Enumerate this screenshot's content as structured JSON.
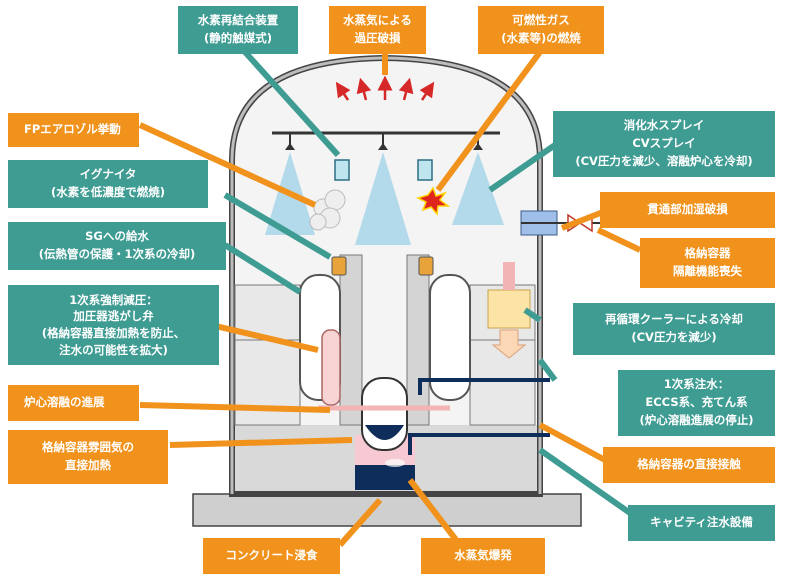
{
  "labels": {
    "h2_recombiner": [
      "水素再結合装置",
      "(静的触媒式)"
    ],
    "steam_overpressure": [
      "水蒸気による",
      "過圧破損"
    ],
    "combustible_gas": [
      "可燃性ガス",
      "(水素等)の燃焼"
    ],
    "fp_aerosol": [
      "FPエアロゾル挙動"
    ],
    "igniter": [
      "イグナイタ",
      "(水素を低濃度で燃焼)"
    ],
    "sg_feedwater": [
      "SGへの給水",
      "(伝熱管の保護・1次系の冷却)"
    ],
    "primary_depressurize": [
      "1次系強制減圧：",
      "加圧器逃がし弁",
      "(格納容器直接加熱を防止、",
      "注水の可能性を拡大)"
    ],
    "core_melt_progress": [
      "炉心溶融の進展"
    ],
    "dch": [
      "格納容器雰囲気の",
      "直接加熱"
    ],
    "cv_spray": [
      "消化水スプレイ",
      "CVスプレイ",
      "(CV圧力を減少、溶融炉心を冷却)"
    ],
    "penetration_damage": [
      "貫通部加湿破損"
    ],
    "isolation_failure": [
      "格納容器",
      "隔離機能喪失"
    ],
    "recirc_cooler": [
      "再循環クーラーによる冷却",
      "(CV圧力を減少)"
    ],
    "primary_injection": [
      "1次系注水：",
      "ECCS系、充てん系",
      "(炉心溶融進展の停止)"
    ],
    "direct_contact": [
      "格納容器の直接接触"
    ],
    "cavity_injection": [
      "キャビティ注水設備"
    ],
    "concrete_erosion": [
      "コンクリート浸食"
    ],
    "steam_explosion": [
      "水蒸気爆発"
    ]
  },
  "colors": {
    "teal": "#3f9c93",
    "orange": "#f0921c",
    "structure": "#d9d9d9",
    "water": "#0f2d5a",
    "spray": "#39a9d9"
  }
}
